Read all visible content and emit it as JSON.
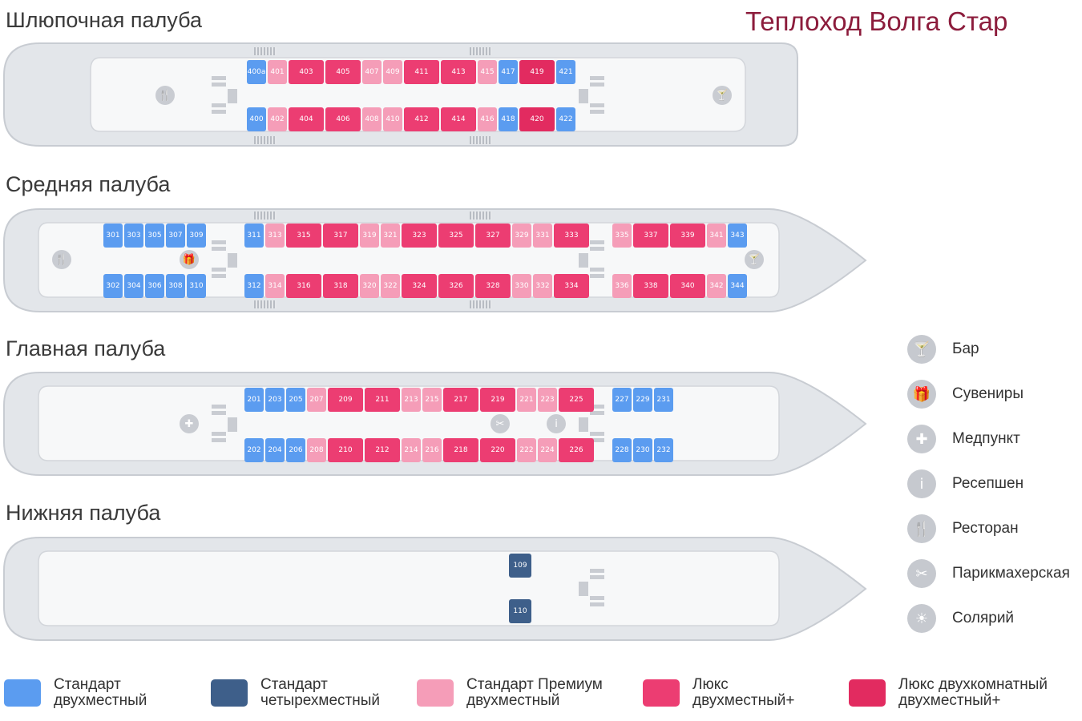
{
  "ship_title": "Теплоход Волга Стар",
  "decks": [
    {
      "title": "Шлюпочная палуба",
      "cabins": [
        {
          "n": "400а",
          "t": "std",
          "row": "top"
        },
        {
          "n": "401",
          "t": "prem",
          "row": "top"
        },
        {
          "n": "403",
          "t": "lux",
          "row": "top"
        },
        {
          "n": "405",
          "t": "lux",
          "row": "top"
        },
        {
          "n": "407",
          "t": "prem",
          "row": "top"
        },
        {
          "n": "409",
          "t": "prem",
          "row": "top"
        },
        {
          "n": "411",
          "t": "lux",
          "row": "top"
        },
        {
          "n": "413",
          "t": "lux",
          "row": "top"
        },
        {
          "n": "415",
          "t": "prem",
          "row": "top"
        },
        {
          "n": "417",
          "t": "std",
          "row": "top"
        },
        {
          "n": "419",
          "t": "two",
          "row": "top"
        },
        {
          "n": "421",
          "t": "std",
          "row": "top"
        },
        {
          "n": "400",
          "t": "std",
          "row": "bottom"
        },
        {
          "n": "402",
          "t": "prem",
          "row": "bottom"
        },
        {
          "n": "404",
          "t": "lux",
          "row": "bottom"
        },
        {
          "n": "406",
          "t": "lux",
          "row": "bottom"
        },
        {
          "n": "408",
          "t": "prem",
          "row": "bottom"
        },
        {
          "n": "410",
          "t": "prem",
          "row": "bottom"
        },
        {
          "n": "412",
          "t": "lux",
          "row": "bottom"
        },
        {
          "n": "414",
          "t": "lux",
          "row": "bottom"
        },
        {
          "n": "416",
          "t": "prem",
          "row": "bottom"
        },
        {
          "n": "418",
          "t": "std",
          "row": "bottom"
        },
        {
          "n": "420",
          "t": "two",
          "row": "bottom"
        },
        {
          "n": "422",
          "t": "std",
          "row": "bottom"
        }
      ]
    },
    {
      "title": "Средняя палуба",
      "cabins": [
        {
          "n": "301",
          "t": "std",
          "row": "top"
        },
        {
          "n": "303",
          "t": "std",
          "row": "top"
        },
        {
          "n": "305",
          "t": "std",
          "row": "top"
        },
        {
          "n": "307",
          "t": "std",
          "row": "top"
        },
        {
          "n": "309",
          "t": "std",
          "row": "top"
        },
        {
          "n": "311",
          "t": "std",
          "row": "top"
        },
        {
          "n": "313",
          "t": "prem",
          "row": "top"
        },
        {
          "n": "315",
          "t": "lux",
          "row": "top"
        },
        {
          "n": "317",
          "t": "lux",
          "row": "top"
        },
        {
          "n": "319",
          "t": "prem",
          "row": "top"
        },
        {
          "n": "321",
          "t": "prem",
          "row": "top"
        },
        {
          "n": "323",
          "t": "lux",
          "row": "top"
        },
        {
          "n": "325",
          "t": "lux",
          "row": "top"
        },
        {
          "n": "327",
          "t": "lux",
          "row": "top"
        },
        {
          "n": "329",
          "t": "prem",
          "row": "top"
        },
        {
          "n": "331",
          "t": "prem",
          "row": "top"
        },
        {
          "n": "333",
          "t": "lux",
          "row": "top"
        },
        {
          "n": "335",
          "t": "prem",
          "row": "top"
        },
        {
          "n": "337",
          "t": "lux",
          "row": "top"
        },
        {
          "n": "339",
          "t": "lux",
          "row": "top"
        },
        {
          "n": "341",
          "t": "prem",
          "row": "top"
        },
        {
          "n": "343",
          "t": "std",
          "row": "top"
        },
        {
          "n": "302",
          "t": "std",
          "row": "bottom"
        },
        {
          "n": "304",
          "t": "std",
          "row": "bottom"
        },
        {
          "n": "306",
          "t": "std",
          "row": "bottom"
        },
        {
          "n": "308",
          "t": "std",
          "row": "bottom"
        },
        {
          "n": "310",
          "t": "std",
          "row": "bottom"
        },
        {
          "n": "312",
          "t": "std",
          "row": "bottom"
        },
        {
          "n": "314",
          "t": "prem",
          "row": "bottom"
        },
        {
          "n": "316",
          "t": "lux",
          "row": "bottom"
        },
        {
          "n": "318",
          "t": "lux",
          "row": "bottom"
        },
        {
          "n": "320",
          "t": "prem",
          "row": "bottom"
        },
        {
          "n": "322",
          "t": "prem",
          "row": "bottom"
        },
        {
          "n": "324",
          "t": "lux",
          "row": "bottom"
        },
        {
          "n": "326",
          "t": "lux",
          "row": "bottom"
        },
        {
          "n": "328",
          "t": "lux",
          "row": "bottom"
        },
        {
          "n": "330",
          "t": "prem",
          "row": "bottom"
        },
        {
          "n": "332",
          "t": "prem",
          "row": "bottom"
        },
        {
          "n": "334",
          "t": "lux",
          "row": "bottom"
        },
        {
          "n": "336",
          "t": "prem",
          "row": "bottom"
        },
        {
          "n": "338",
          "t": "lux",
          "row": "bottom"
        },
        {
          "n": "340",
          "t": "lux",
          "row": "bottom"
        },
        {
          "n": "342",
          "t": "prem",
          "row": "bottom"
        },
        {
          "n": "344",
          "t": "std",
          "row": "bottom"
        }
      ]
    },
    {
      "title": "Главная палуба",
      "cabins": [
        {
          "n": "201",
          "t": "std",
          "row": "top"
        },
        {
          "n": "203",
          "t": "std",
          "row": "top"
        },
        {
          "n": "205",
          "t": "std",
          "row": "top"
        },
        {
          "n": "207",
          "t": "prem",
          "row": "top"
        },
        {
          "n": "209",
          "t": "lux",
          "row": "top"
        },
        {
          "n": "211",
          "t": "lux",
          "row": "top"
        },
        {
          "n": "213",
          "t": "prem",
          "row": "top"
        },
        {
          "n": "215",
          "t": "prem",
          "row": "top"
        },
        {
          "n": "217",
          "t": "lux",
          "row": "top"
        },
        {
          "n": "219",
          "t": "lux",
          "row": "top"
        },
        {
          "n": "221",
          "t": "prem",
          "row": "top"
        },
        {
          "n": "223",
          "t": "prem",
          "row": "top"
        },
        {
          "n": "225",
          "t": "lux",
          "row": "top"
        },
        {
          "n": "227",
          "t": "std",
          "row": "top"
        },
        {
          "n": "229",
          "t": "std",
          "row": "top"
        },
        {
          "n": "231",
          "t": "std",
          "row": "top"
        },
        {
          "n": "202",
          "t": "std",
          "row": "bottom"
        },
        {
          "n": "204",
          "t": "std",
          "row": "bottom"
        },
        {
          "n": "206",
          "t": "std",
          "row": "bottom"
        },
        {
          "n": "208",
          "t": "prem",
          "row": "bottom"
        },
        {
          "n": "210",
          "t": "lux",
          "row": "bottom"
        },
        {
          "n": "212",
          "t": "lux",
          "row": "bottom"
        },
        {
          "n": "214",
          "t": "prem",
          "row": "bottom"
        },
        {
          "n": "216",
          "t": "prem",
          "row": "bottom"
        },
        {
          "n": "218",
          "t": "lux",
          "row": "bottom"
        },
        {
          "n": "220",
          "t": "lux",
          "row": "bottom"
        },
        {
          "n": "222",
          "t": "prem",
          "row": "bottom"
        },
        {
          "n": "224",
          "t": "prem",
          "row": "bottom"
        },
        {
          "n": "226",
          "t": "lux",
          "row": "bottom"
        },
        {
          "n": "228",
          "t": "std",
          "row": "bottom"
        },
        {
          "n": "230",
          "t": "std",
          "row": "bottom"
        },
        {
          "n": "232",
          "t": "std",
          "row": "bottom"
        }
      ]
    },
    {
      "title": "Нижняя палуба",
      "cabins": [
        {
          "n": "109",
          "t": "four",
          "row": "top"
        },
        {
          "n": "110",
          "t": "four",
          "row": "bottom"
        }
      ]
    }
  ],
  "icon_legend": [
    {
      "label": "Бар",
      "icon": "bar-icon",
      "glyph": "🍸"
    },
    {
      "label": "Сувениры",
      "icon": "gift-icon",
      "glyph": "🎁"
    },
    {
      "label": "Медпункт",
      "icon": "medical-icon",
      "glyph": "✚"
    },
    {
      "label": "Ресепшен",
      "icon": "info-icon",
      "glyph": "i"
    },
    {
      "label": "Ресторан",
      "icon": "restaurant-icon",
      "glyph": "🍴"
    },
    {
      "label": "Парикмахерская",
      "icon": "scissors-icon",
      "glyph": "✂"
    },
    {
      "label": "Солярий",
      "icon": "sunbed-icon",
      "glyph": "☀"
    }
  ],
  "type_legend": [
    {
      "label1": "Стандарт",
      "label2": "двухместный",
      "type": "std",
      "color": "#5b9cf0"
    },
    {
      "label1": "Стандарт",
      "label2": "четырехместный",
      "type": "four",
      "color": "#3e5f8a"
    },
    {
      "label1": "Стандарт Премиум",
      "label2": "двухместный",
      "type": "prem",
      "color": "#f59db8"
    },
    {
      "label1": "Люкс",
      "label2": "двухместный+",
      "type": "lux",
      "color": "#ec3d72"
    },
    {
      "label1": "Люкс двухкомнатный",
      "label2": "двухместный+",
      "type": "two",
      "color": "#e22b60"
    }
  ],
  "deck_pois": [
    [
      "restaurant-icon",
      "bar-icon"
    ],
    [
      "restaurant-icon",
      "gift-icon",
      "bar-icon"
    ],
    [
      "medical-icon",
      "scissors-icon",
      "info-icon"
    ],
    []
  ]
}
